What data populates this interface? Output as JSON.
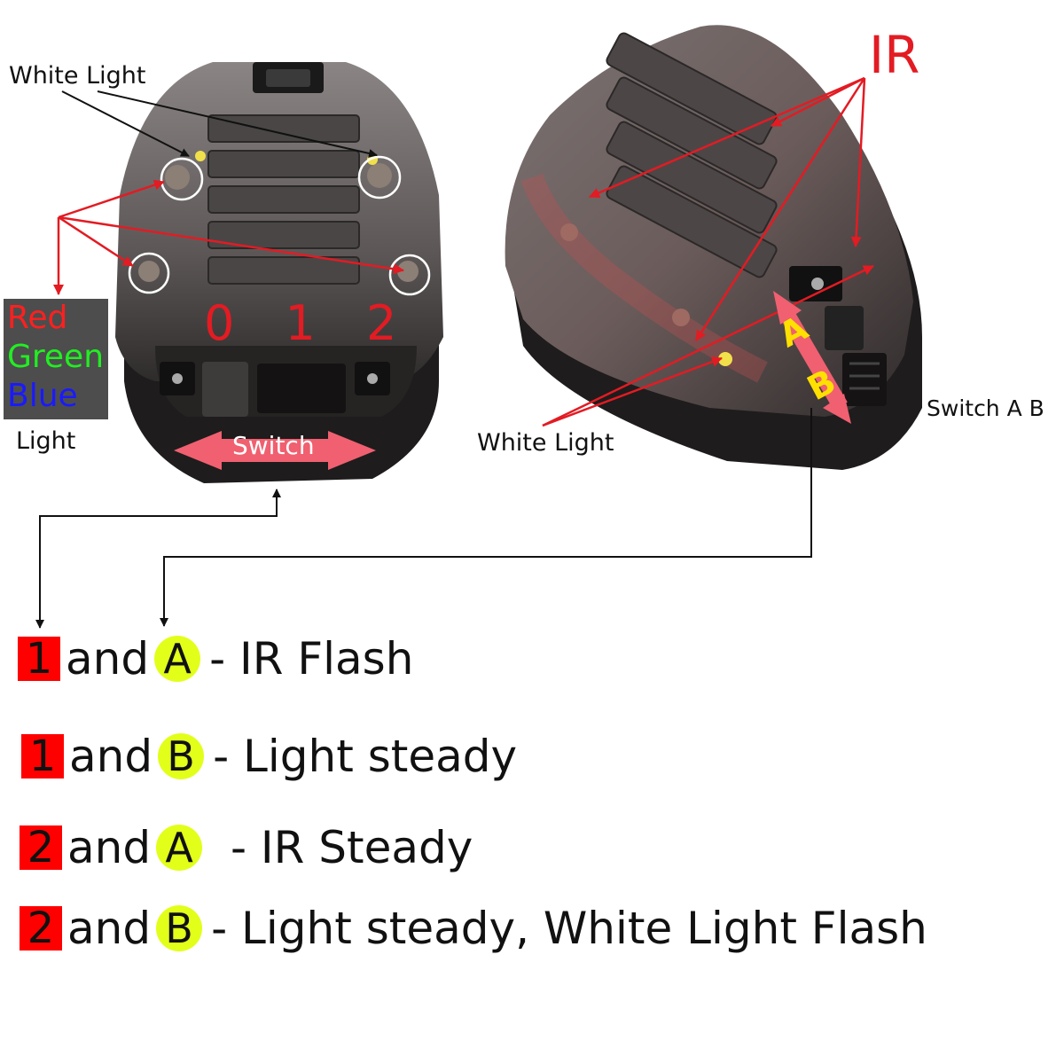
{
  "labels": {
    "white_light_left": "White Light",
    "rgb_red": "Red",
    "rgb_green": "Green",
    "rgb_blue": "Blue",
    "rgb_light": "Light",
    "positions": "0 1 2",
    "switch_word": "Switch",
    "ir": "IR",
    "white_light_right": "White Light",
    "switch_ab": "Switch A B",
    "letter_a": "A",
    "letter_b": "B"
  },
  "legend": [
    {
      "number": "1",
      "connector": "and",
      "letter": "A",
      "description": "- IR Flash"
    },
    {
      "number": "1",
      "connector": "and",
      "letter": "B",
      "description": "- Light steady"
    },
    {
      "number": "2",
      "connector": "and",
      "letter": "A",
      "description": " - IR Steady"
    },
    {
      "number": "2",
      "connector": "and",
      "letter": "B",
      "description": "- Light steady, White Light Flash"
    }
  ],
  "colors": {
    "annotation_red": "#e31b23",
    "rgb_red": "#ff2020",
    "rgb_green": "#22ee22",
    "rgb_blue": "#1a1aff",
    "badge_red": "#ff0000",
    "badge_yellow": "#e2ff1a",
    "switch_arrow": "#f06070",
    "ab_yellow": "#ffe000"
  }
}
